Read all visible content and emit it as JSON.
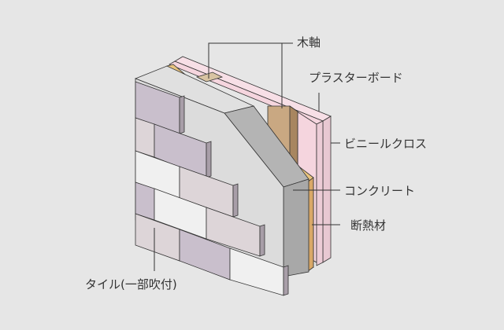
{
  "labels": {
    "wood_frame": "木軸",
    "plasterboard": "プラスターボード",
    "vinyl_cloth": "ビニールクロス",
    "concrete": "コンクリート",
    "insulation": "断熱材",
    "tile": "タイル(一部吹付)"
  },
  "colors": {
    "background": "#e6e6e6",
    "tile_light": "#f0f0f0",
    "tile_purple": "#c9bfcc",
    "tile_pinkgray": "#ddd5d8",
    "concrete_face": "#dcdcdc",
    "concrete_side": "#a8a8a8",
    "insulation": "#e8c37e",
    "wood": "#c9a882",
    "board_pink": "#f5d5de",
    "line": "#333333"
  }
}
